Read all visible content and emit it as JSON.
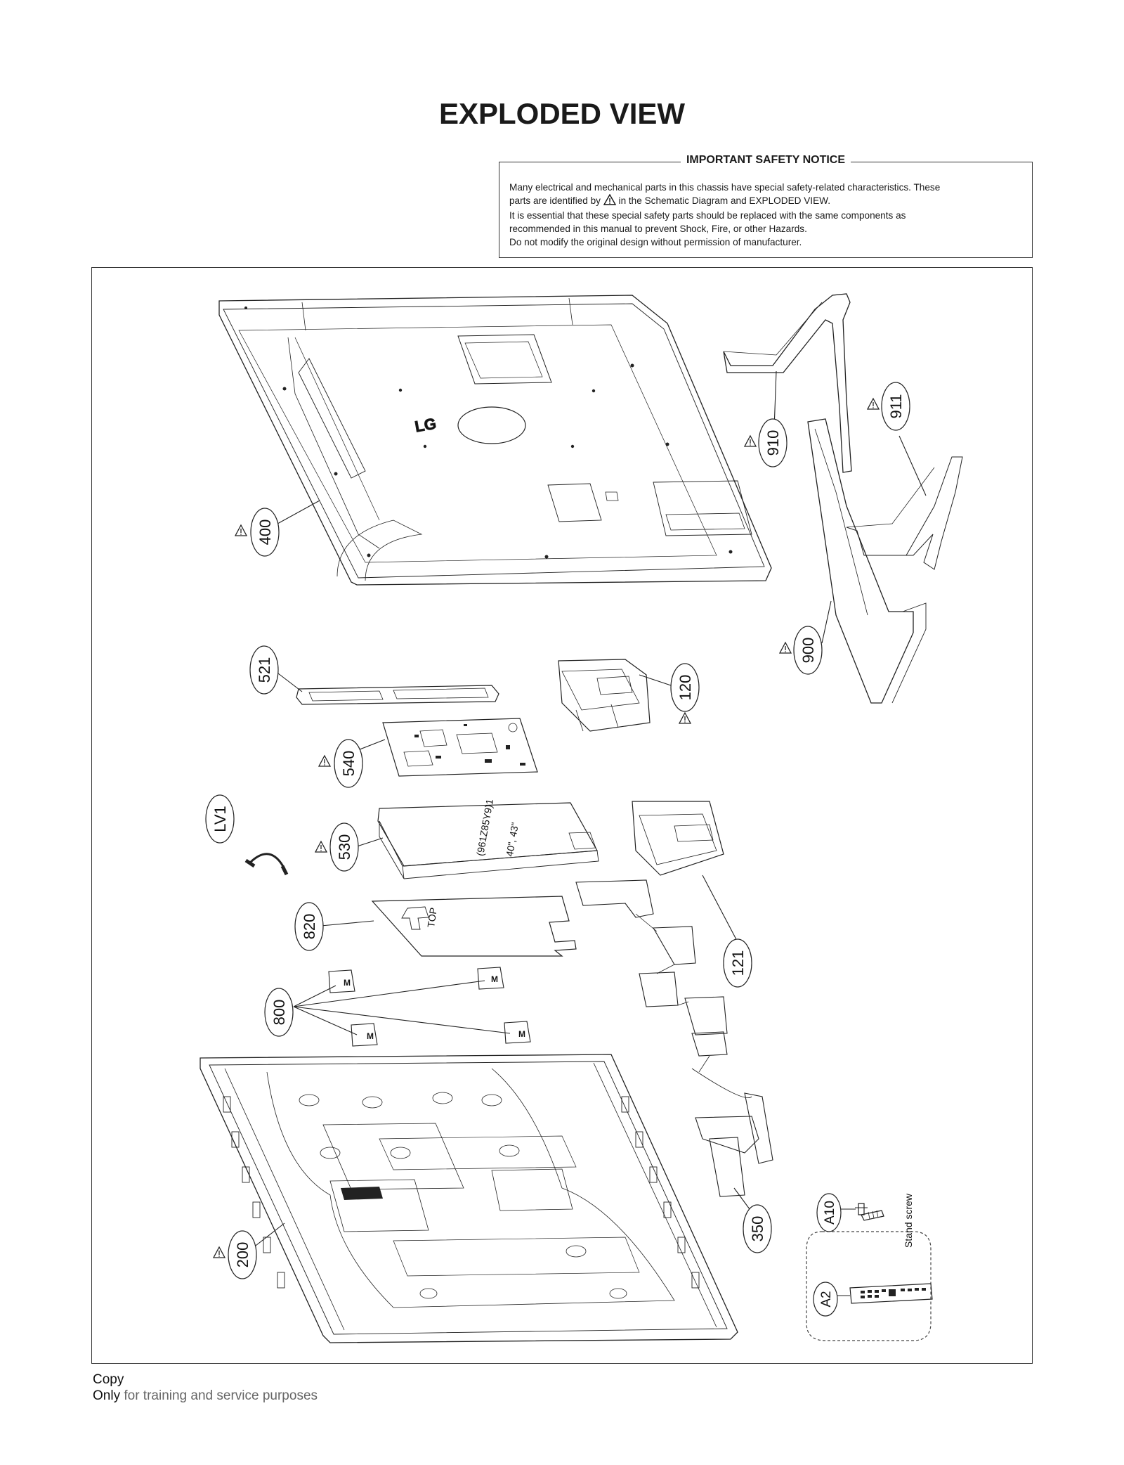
{
  "page": {
    "title": "EXPLODED VIEW"
  },
  "safety_notice": {
    "heading": "IMPORTANT SAFETY NOTICE",
    "line1": "Many electrical and mechanical parts in this chassis have special safety-related characteristics. These",
    "line2a": "parts are identified by",
    "line2b": "in the Schematic Diagram and EXPLODED VIEW.",
    "line3": "It is essential that these special safety parts should be replaced with the same components as",
    "line4": "recommended in this manual to prevent Shock, Fire, or other Hazards.",
    "line5": "Do not modify the original design without permission of manufacturer."
  },
  "parts": {
    "p400": "400",
    "p910": "910",
    "p911": "911",
    "p900": "900",
    "p521": "521",
    "p120": "120",
    "p540": "540",
    "pLV1": "LV1",
    "p530": "530",
    "p820": "820",
    "p121": "121",
    "p800": "800",
    "p200": "200",
    "p350": "350",
    "pA10": "A10",
    "pA2": "A2"
  },
  "labels": {
    "stand_screw": "Stand screw",
    "logo": "LG",
    "board_text_1": "(961Z85Y9)1",
    "board_text_2": "40\", 43\"",
    "sheet_text": "TOP",
    "clip_letter": "M",
    "warning_mark": "!"
  },
  "footer": {
    "line1_start": "Copy",
    "line2_start": "Only",
    "line2_faded": "for training and service purposes"
  }
}
